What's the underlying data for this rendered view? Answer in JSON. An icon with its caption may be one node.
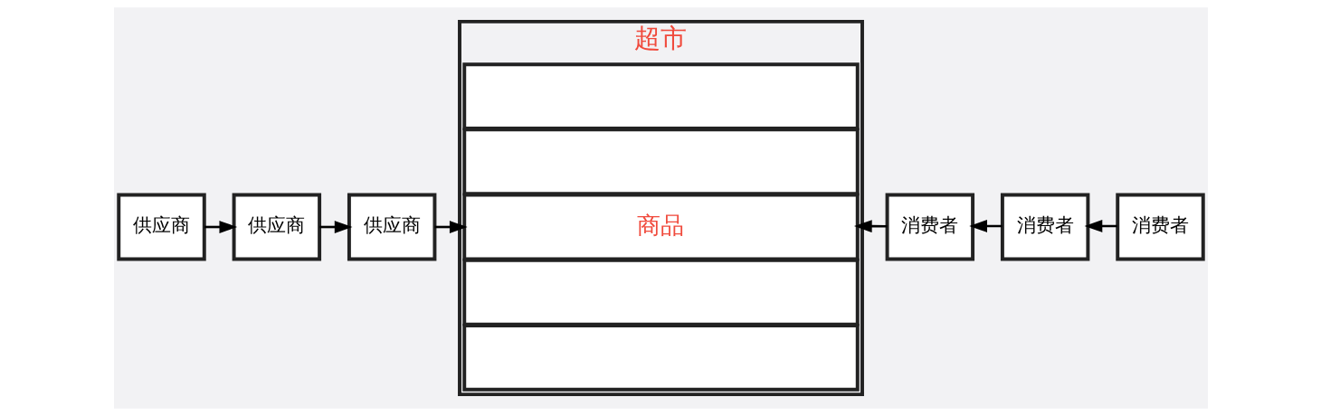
{
  "diagram": {
    "nodes": [
      {
        "text": [
          "超市"
        ]
      },
      {
        "text": [],
        "shape": "box",
        "in": 0
      },
      {
        "text": [],
        "shape": "box",
        "in": 0
      },
      {
        "text": [
          "商品"
        ],
        "in": 0
      },
      {
        "text": [],
        "shape": "box",
        "in": 0
      },
      {
        "text": [],
        "shape": "box",
        "in": 0
      },
      {
        "text": [
          "供应商"
        ]
      },
      {
        "text": [
          "供应商"
        ]
      },
      {
        "text": [
          "供应商"
        ]
      },
      {
        "text": [
          "消费者"
        ]
      },
      {
        "text": [
          "消费者"
        ]
      },
      {
        "text": [
          "消费者"
        ]
      }
    ],
    "edges": [
      {
        "from": 6,
        "to": 7,
        "arrow": "to"
      },
      {
        "from": 7,
        "to": 8,
        "arrow": "to"
      },
      {
        "from": 8,
        "to": 3,
        "arrow": "to"
      },
      {
        "from": 11,
        "to": 10,
        "arrow": "to"
      },
      {
        "from": 10,
        "to": 9,
        "arrow": "to"
      },
      {
        "from": 9,
        "to": 3,
        "arrow": "to"
      }
    ]
  }
}
